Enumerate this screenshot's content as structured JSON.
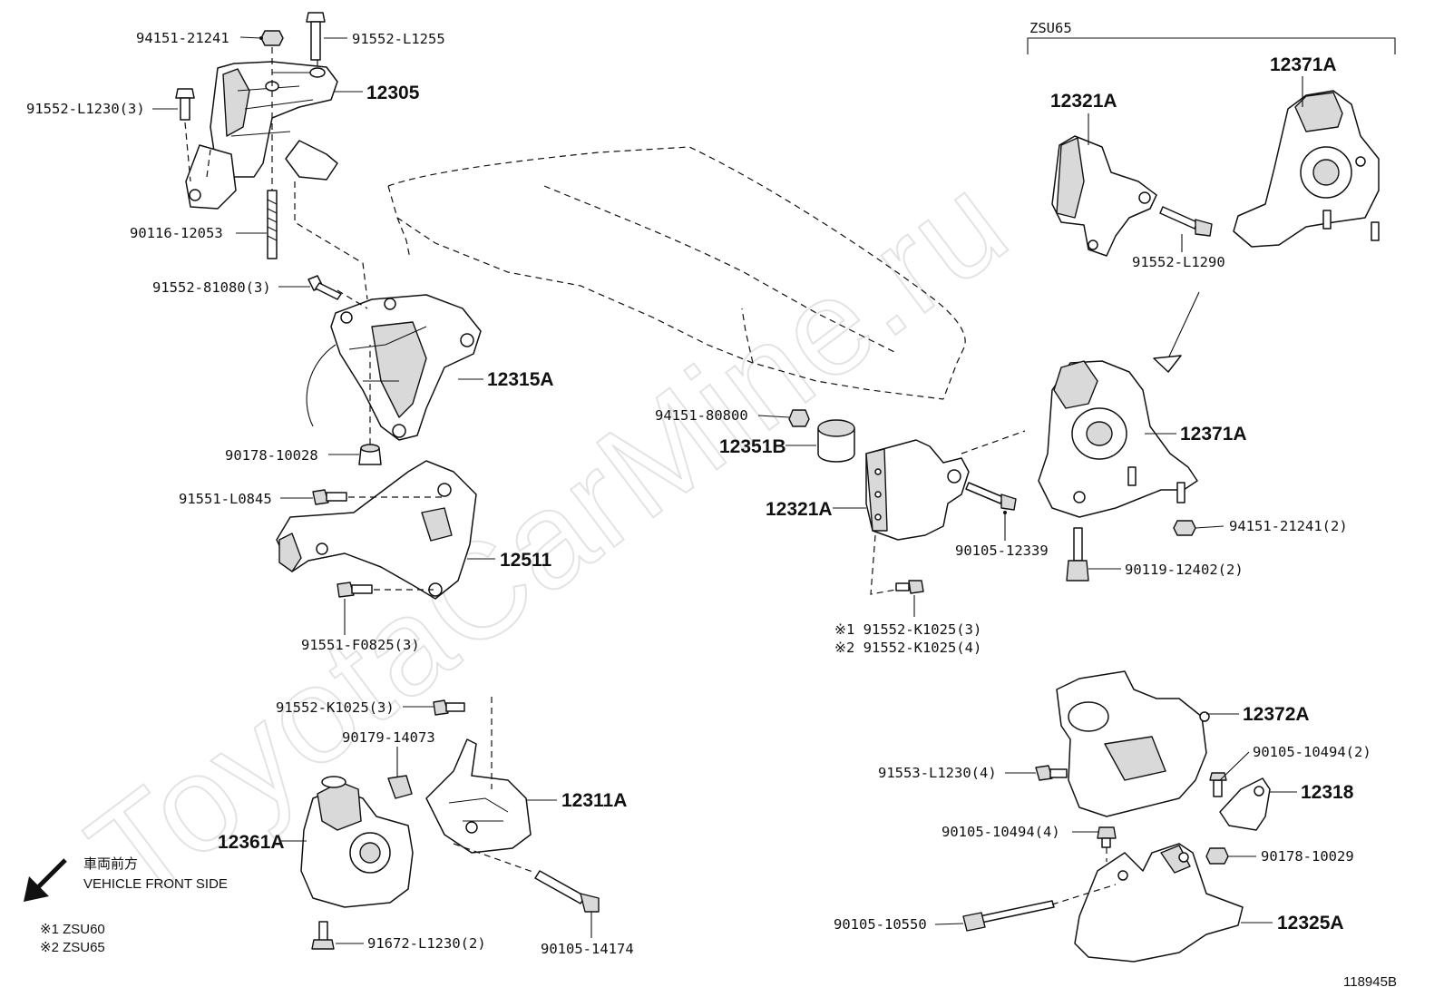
{
  "watermark": "ToyotaCarMine.ru",
  "group_label": "ZSU65",
  "diagram_id": "118945B",
  "direction": {
    "jp": "車両前方",
    "en": "VEHICLE FRONT SIDE"
  },
  "legend": {
    "n1": "※1 ZSU60",
    "n2": "※2 ZSU65"
  },
  "labels": {
    "p94151_21241": "94151-21241",
    "p91552_L1255": "91552-L1255",
    "p91552_L1230_3": "91552-L1230(3)",
    "p12305": "12305",
    "p90116_12053": "90116-12053",
    "p91552_81080_3": "91552-81080(3)",
    "p12315A": "12315A",
    "p90178_10028": "90178-10028",
    "p91551_L0845": "91551-L0845",
    "p12511": "12511",
    "p91551_F0825_3": "91551-F0825(3)",
    "p91552_K1025_3a": "91552-K1025(3)",
    "p90179_14073": "90179-14073",
    "p12311A": "12311A",
    "p12361A": "12361A",
    "p91672_L1230_2": "91672-L1230(2)",
    "p90105_14174": "90105-14174",
    "p94151_80800": "94151-80800",
    "p12351B": "12351B",
    "p12321A_mid": "12321A",
    "p90105_12339": "90105-12339",
    "p12321A_top": "12321A",
    "p12371A_top": "12371A",
    "p91552_L1290": "91552-L1290",
    "p12371A_mid": "12371A",
    "p94151_21241_2": "94151-21241(2)",
    "p90119_12402_2": "90119-12402(2)",
    "p91552_K1025_3b": "※1 91552-K1025(3)",
    "p91552_K1025_4": "※2 91552-K1025(4)",
    "p12372A": "12372A",
    "p91553_L1230_4": "91553-L1230(4)",
    "p90105_10494_2": "90105-10494(2)",
    "p12318": "12318",
    "p90105_10494_4": "90105-10494(4)",
    "p90178_10029": "90178-10029",
    "p90105_10550": "90105-10550",
    "p12325A": "12325A"
  }
}
